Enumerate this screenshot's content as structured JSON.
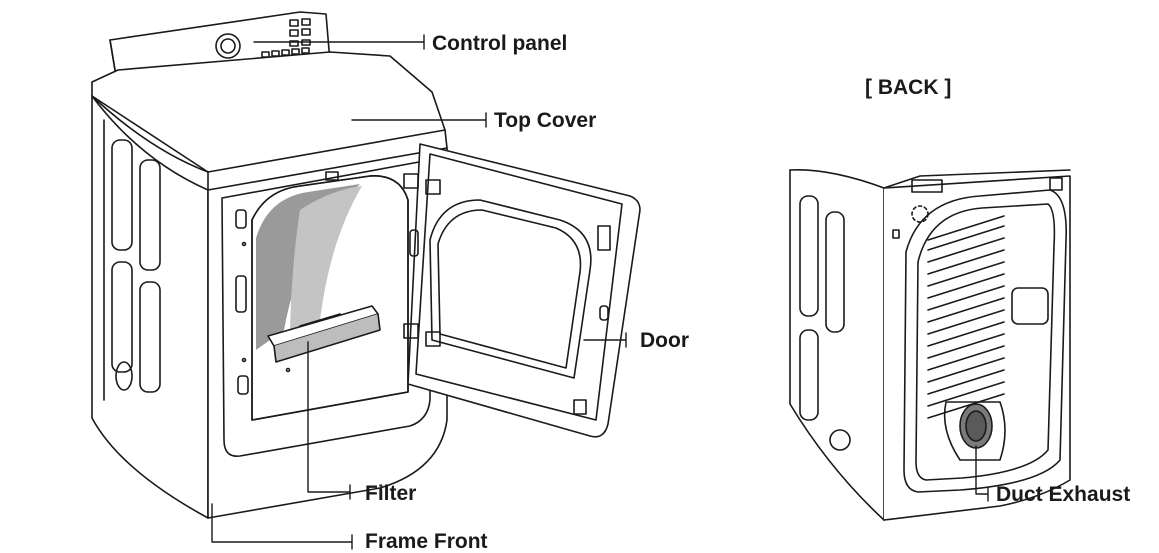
{
  "labels": {
    "control_panel": "Control panel",
    "top_cover": "Top Cover",
    "door": "Door",
    "filter": "Filter",
    "frame_front": "Frame Front",
    "back_view_title": "[ BACK ]",
    "duct_exhaust": "Duct Exhaust"
  },
  "colors": {
    "line": "#1a1a1a",
    "drum_shadow": "#9a9a9a",
    "drum_mid": "#c4c4c4",
    "duct": "#7a7a7a"
  }
}
